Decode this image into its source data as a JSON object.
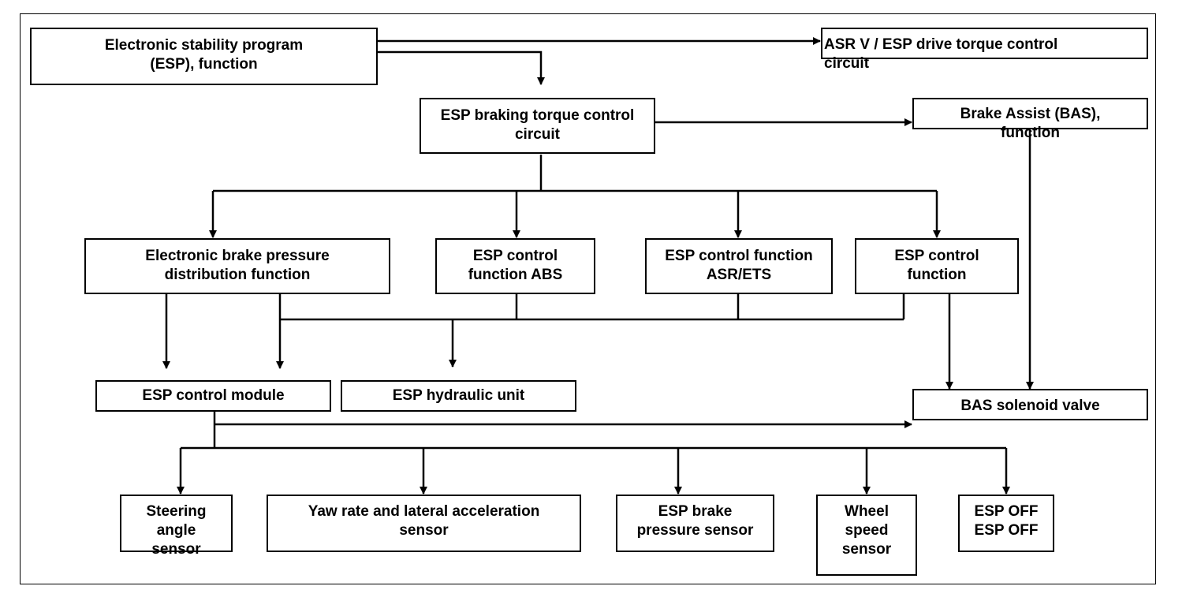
{
  "boxes": {
    "esp_function": [
      "Electronic stability program",
      "(ESP), function"
    ],
    "asr_circuit": [
      "ASR V / ESP drive torque control",
      "circuit"
    ],
    "braking_circuit": [
      "ESP braking torque control",
      "circuit"
    ],
    "bas_function": [
      "Brake Assist (BAS),",
      "function"
    ],
    "ebd_function": [
      "Electronic brake pressure",
      "distribution function"
    ],
    "abs_function": [
      "ESP control",
      "function ABS"
    ],
    "asr_ets_function": [
      "ESP control function",
      "ASR/ETS"
    ],
    "esp_control_function": [
      "ESP control",
      "function"
    ],
    "control_module": [
      "ESP control module"
    ],
    "hydraulic_unit": [
      "ESP hydraulic unit"
    ],
    "bas_valve": [
      "BAS solenoid valve"
    ],
    "steering_sensor": [
      "Steering",
      "angle",
      "sensor"
    ],
    "yaw_sensor": [
      "Yaw rate and lateral acceleration",
      "sensor"
    ],
    "pressure_sensor": [
      "ESP brake",
      "pressure sensor"
    ],
    "wheel_sensor": [
      "Wheel",
      "speed",
      "sensor"
    ],
    "esp_off": [
      "ESP OFF",
      "ESP OFF"
    ]
  }
}
